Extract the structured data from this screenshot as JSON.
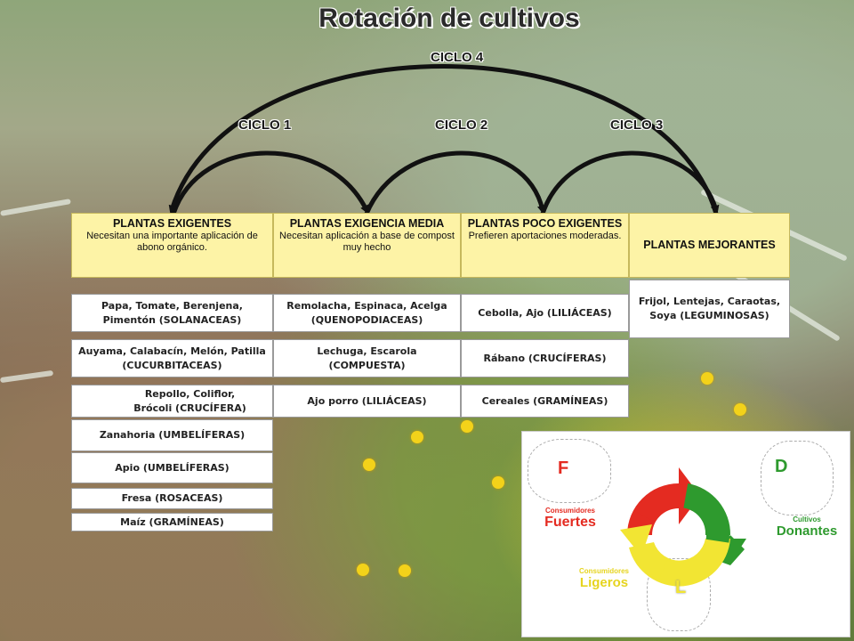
{
  "title": "Rotación de cultivos",
  "cycles": [
    "CICLO 1",
    "CICLO 2",
    "CICLO 3",
    "CICLO 4"
  ],
  "headers": [
    {
      "title": "PLANTAS EXIGENTES",
      "sub": "Necesitan una importante aplicación de abono orgánico."
    },
    {
      "title": "PLANTAS EXIGENCIA MEDIA",
      "sub": "Necesitan aplicación a base de compost muy hecho"
    },
    {
      "title": "PLANTAS POCO EXIGENTES",
      "sub": "Prefieren aportaciones moderadas."
    },
    {
      "title": "PLANTAS MEJORANTES",
      "sub": ""
    }
  ],
  "columns": [
    [
      "Papa, Tomate, Berenjena, Pimentón (SOLANACEAS)",
      "Auyama, Calabacín, Melón, Patilla (CUCURBITACEAS)",
      "Repollo, Coliflor, Brócoli (CRUCÍFERA)",
      "Zanahoria (UMBELÍFERAS)",
      "Apio (UMBELÍFERAS)",
      "Fresa (ROSACEAS)",
      "Maíz (GRAMÍNEAS)"
    ],
    [
      "Remolacha, Espinaca, Acelga (QUENOPODIACEAS)",
      "Lechuga, Escarola (COMPUESTA)",
      "Ajo porro (LILIÁCEAS)"
    ],
    [
      "Cebolla, Ajo (LILIÁCEAS)",
      "Rábano (CRUCÍFERAS)",
      "Cereales (GRAMÍNEAS)"
    ],
    [
      "Frijol, Lentejas, Caraotas, Soya (LEGUMINOSAS)"
    ]
  ],
  "inset": {
    "letters": [
      "F",
      "D",
      "L"
    ],
    "fuertes_1": "Consumidores",
    "fuertes_2": "Fuertes",
    "donantes_1": "Cultivos",
    "donantes_2": "Donantes",
    "ligeros_1": "Consumidores",
    "ligeros_2": "Ligeros"
  },
  "colors": {
    "red": "#e42b21",
    "green": "#2e9a2e",
    "yellow": "#f2e533",
    "header": "#fdf3a6"
  }
}
